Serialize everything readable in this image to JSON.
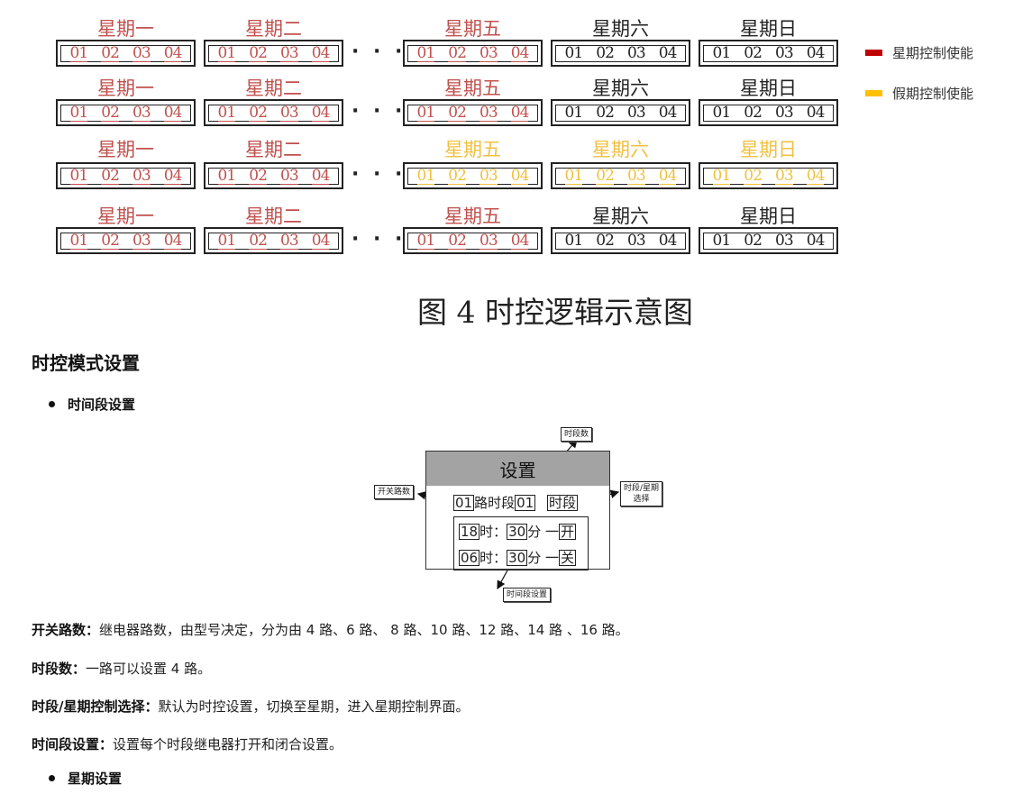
{
  "figure": {
    "rows": [
      {
        "days": [
          "星期一",
          "星期二",
          "星期五",
          "星期六",
          "星期日"
        ],
        "colors": [
          "red",
          "red",
          "red",
          "black",
          "black"
        ]
      },
      {
        "days": [
          "星期一",
          "星期二",
          "星期五",
          "星期六",
          "星期日"
        ],
        "colors": [
          "red",
          "red",
          "red",
          "black",
          "black"
        ]
      },
      {
        "days": [
          "星期一",
          "星期二",
          "星期五",
          "星期六",
          "星期日"
        ],
        "colors": [
          "red",
          "red",
          "yellow",
          "yellow",
          "yellow"
        ]
      },
      {
        "days": [
          "星期一",
          "星期二",
          "星期五",
          "星期六",
          "星期日"
        ],
        "colors": [
          "red",
          "red",
          "red",
          "black",
          "black"
        ]
      }
    ],
    "slots": [
      "01",
      "02",
      "03",
      "04"
    ],
    "ellipsis": "· · ·",
    "legend": [
      {
        "label": "星期控制使能",
        "color": "#c00000"
      },
      {
        "label": "假期控制使能",
        "color": "#ffc000"
      }
    ],
    "caption": "图 4  时控逻辑示意图",
    "colors": {
      "red": "#c0504d",
      "yellow": "#f0c040",
      "black": "#222222"
    }
  },
  "section": {
    "heading": "时控模式设置"
  },
  "bullets": {
    "time_period": "时间段设置",
    "week": "星期设置"
  },
  "diagram": {
    "screen_title": "设置",
    "route_value": "01",
    "route_text": "路时段",
    "period_value": "01",
    "mode_value": "时段",
    "row1": {
      "hour": "18",
      "hour_unit": "时：",
      "minute": "30",
      "minute_unit": "分 一",
      "state": "开"
    },
    "row2": {
      "hour": "06",
      "hour_unit": "时：",
      "minute": "30",
      "minute_unit": "分 一",
      "state": "关"
    },
    "callouts": {
      "period_count": "时段数",
      "switch_routes": "开关路数",
      "mode_select_1": "时段/星期",
      "mode_select_2": "选择",
      "time_setting": "时间段设置"
    }
  },
  "paragraphs": [
    {
      "term": "开关路数：",
      "text": "继电器路数，由型号决定，分为由  4 路、6 路、 8 路、10 路、12 路、14 路 、16 路。"
    },
    {
      "term": "时段数：",
      "text": "一路可以设置 4 路。"
    },
    {
      "term": "时段/星期控制选择：",
      "text": "默认为时控设置，切换至星期，进入星期控制界面。"
    },
    {
      "term": "时间段设置：",
      "text": "设置每个时段继电器打开和闭合设置。"
    }
  ]
}
